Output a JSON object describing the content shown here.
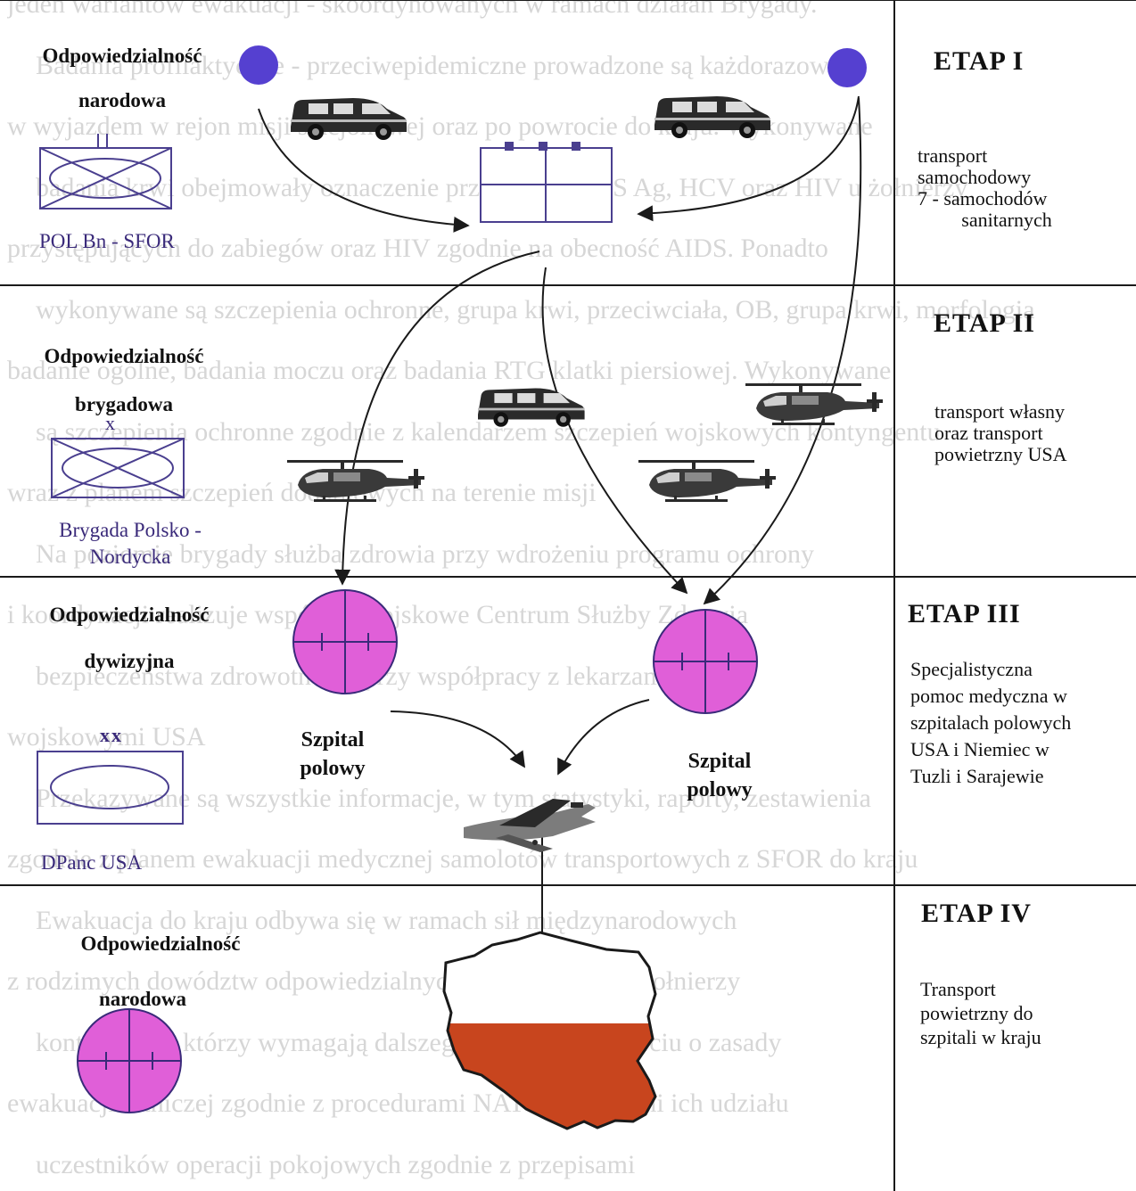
{
  "background_text": [
    "jeden wariantów ewakuacji - skoordynowanych w ramach działań Brygady.",
    "Badania profilaktyczne - przeciwepidemiczne prowadzone są każdorazowo",
    "w wyjazdem w rejon misji stacjonowej oraz po powrocie do kraju. Wykonywane",
    "badania krwi obejmowały oznaczenie przeciwciał HBS Ag, HCV oraz HIV u żołnierzy",
    "przystępujących do zabiegów oraz HIV zgodnie na obecność AIDS. Ponadto",
    "wykonywane są szczepienia ochronne, grupa krwi, przeciwciała, OB, grupa krwi, morfologia",
    "badanie ogólne, badania moczu oraz badania RTG klatki piersiowej. Wykonywane",
    "są szczepienia ochronne zgodnie z kalendarzem szczepień wojskowych kontyngentu",
    "wraz z planem szczepień dodatkowych na terenie misji",
    "Na poziomie brygady służba zdrowia przy wdrożeniu programu ochrony",
    "i koordynacji realizuje wspólnie Wojskowe Centrum Służby Zdrowia",
    "bezpieczeństwa zdrowotnego, przy współpracy z lekarzami",
    "wojskowymi USA",
    "Przekazywane są wszystkie informacje, w tym statystyki, raporty, zestawienia",
    "zgodnie z planem ewakuacji medycznej samolotów transportowych z SFOR do kraju",
    "Ewakuacja do kraju odbywa się w ramach sił międzynarodowych",
    "z rodzimych dowództw odpowiedzialnych za stan zdrowia żołnierzy",
    "kontyngentu, którzy wymagają dalszego leczenia, w oparciu o zasady",
    "ewakuacji lotniczej zgodnie z procedurami NATO i zasadami ich udziału",
    "uczestników operacji pokojowych zgodnie z przepisami"
  ],
  "rows": [
    {
      "responsibility": [
        "Odpowiedzialność",
        "narodowa"
      ],
      "unit_label": "POL Bn - SFOR",
      "etap": "ETAP  I",
      "description": [
        "transport",
        "samochodowy",
        "7 - samochodów",
        "sanitarnych"
      ]
    },
    {
      "responsibility": [
        "Odpowiedzialność",
        "brygadowa"
      ],
      "unit_mark": "x",
      "unit_label": [
        "Brygada Polsko -",
        "Nordycka"
      ],
      "etap": "ETAP  II",
      "description": [
        "transport własny",
        "oraz transport",
        "powietrzny  USA"
      ]
    },
    {
      "responsibility": [
        "Odpowiedzialność",
        "dywizyjna"
      ],
      "unit_mark": "xx",
      "unit_label": "DPanc USA",
      "etap": "ETAP  III",
      "description": [
        "Specjalistyczna",
        "pomoc medyczna w",
        "szpitalach polowych",
        "USA i Niemiec w",
        "Tuzli i Sarajewie"
      ]
    },
    {
      "responsibility": [
        "Odpowiedzialność",
        "narodowa"
      ],
      "etap": "ETAP  IV",
      "description": [
        "Transport",
        "powietrzny do",
        "szpitali w kraju"
      ]
    }
  ],
  "hospital_label": [
    "Szpital",
    "polowy"
  ],
  "colors": {
    "line": "#1a1a1a",
    "unit_symbol": "#4a3f8f",
    "node_blue": "#5540d0",
    "hospital_fill": "#e05fd8",
    "hospital_cross": "#3a2a7a",
    "poland_top": "#ffffff",
    "poland_bottom": "#c8451e",
    "vehicle": "#2a2a2a"
  },
  "icons": [
    "ambulance-icon",
    "helicopter-icon",
    "aircraft-icon",
    "poland-map-icon",
    "field-hospital-icon",
    "battalion-symbol-icon"
  ]
}
